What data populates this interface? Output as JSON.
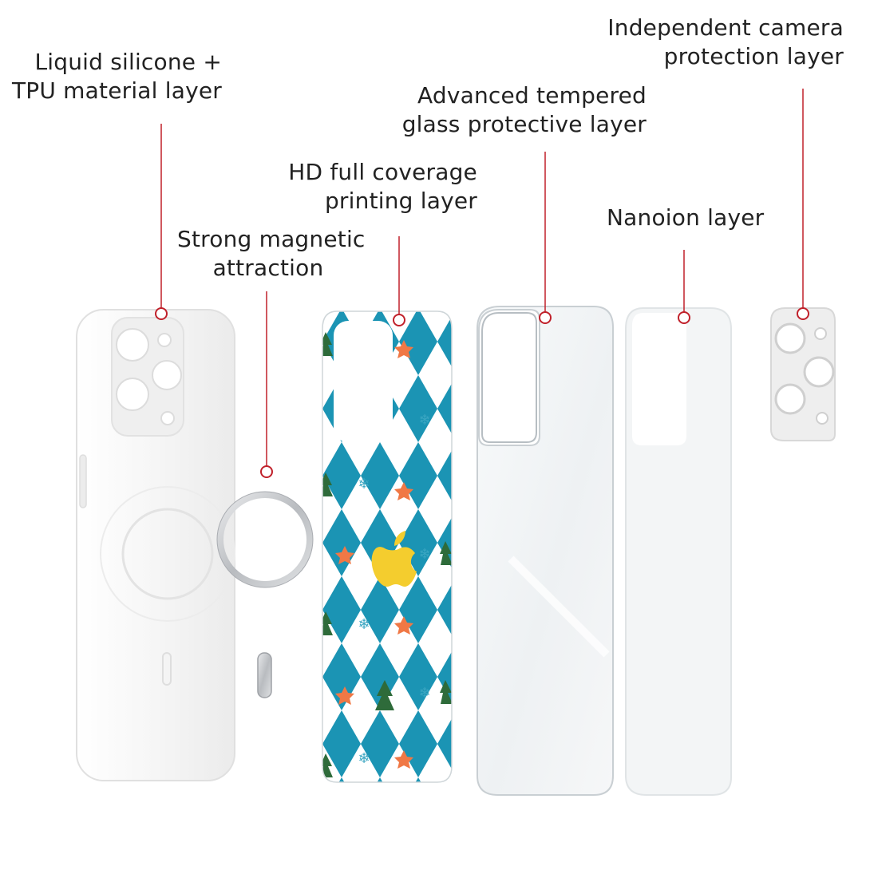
{
  "labels": {
    "case": {
      "line1": "Liquid silicone +",
      "line2": "TPU material layer"
    },
    "magnet": {
      "line1": "Strong magnetic",
      "line2": "attraction"
    },
    "print": {
      "line1": "HD full coverage",
      "line2": "printing layer"
    },
    "glass": {
      "line1": "Advanced tempered",
      "line2": "glass protective layer"
    },
    "nano": {
      "line1": "Nanoion layer"
    },
    "camera": {
      "line1": "Independent camera",
      "line2": "protection layer"
    }
  },
  "colors": {
    "callout": "#c0202a",
    "pattern_blue": "#1b94b4",
    "star": "#f07845",
    "tree": "#2e6b3a",
    "logo": "#f4cd2e",
    "case": "#f4f4f4",
    "ring": "#c8cacd"
  }
}
